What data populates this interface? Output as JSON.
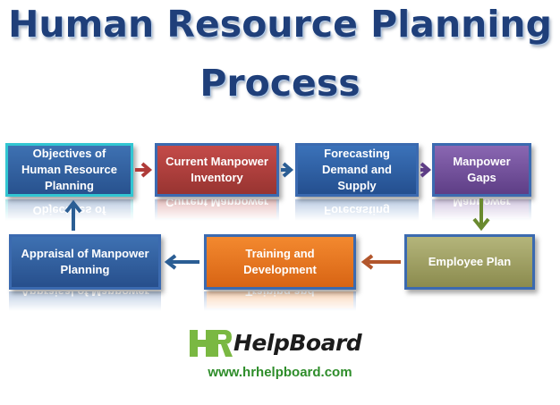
{
  "title": {
    "line1": "Human Resource Planning",
    "line2": "Process"
  },
  "steps": [
    {
      "label": "Objectives of Human Resource Planning"
    },
    {
      "label": "Current Manpower Inventory"
    },
    {
      "label": "Forecasting Demand and Supply"
    },
    {
      "label": "Manpower Gaps"
    },
    {
      "label": "Employee Plan"
    },
    {
      "label": "Training and Development"
    },
    {
      "label": "Appraisal of Manpower Planning"
    }
  ],
  "logo": {
    "text": "HelpBoard",
    "mark": "HR",
    "url": "www.hrhelpboard.com"
  },
  "colors": {
    "title": "#1f3f7a",
    "objectives": "#3e71b2",
    "inventory": "#c44b49",
    "forecast": "#3b72b9",
    "gaps": "#8a67b2",
    "employee": "#b4b57b",
    "training": "#f3892f",
    "appraisal": "#3e71b2",
    "arrow_red": "#b03c3a",
    "arrow_blue": "#2b5e94",
    "arrow_green": "#6a8a2f",
    "arrow_brown": "#b2562c",
    "logo_green": "#7ab842"
  }
}
